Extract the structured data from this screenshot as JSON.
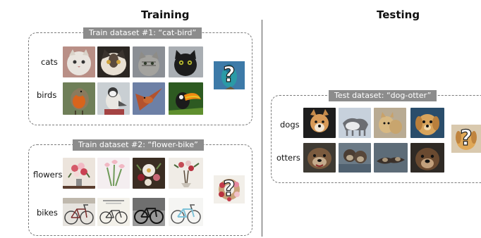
{
  "headers": {
    "training": "Training",
    "testing": "Testing"
  },
  "train1": {
    "title": "Train dataset #1: “cat-bird”",
    "rows": [
      {
        "label": "cats",
        "images": [
          "cat-photo",
          "cat-photo",
          "cat-photo",
          "cat-photo"
        ]
      },
      {
        "label": "birds",
        "images": [
          "bird-photo",
          "bird-photo",
          "bird-photo",
          "bird-photo"
        ]
      }
    ],
    "query_symbol": "?"
  },
  "train2": {
    "title": "Train dataset #2: “flower-bike”",
    "rows": [
      {
        "label": "flowers",
        "images": [
          "flower-photo",
          "flower-photo",
          "flower-photo",
          "flower-photo"
        ]
      },
      {
        "label": "bikes",
        "images": [
          "bike-photo",
          "bike-photo",
          "bike-photo",
          "bike-photo"
        ]
      }
    ],
    "query_symbol": "?"
  },
  "test": {
    "title": "Test dataset: “dog-otter”",
    "rows": [
      {
        "label": "dogs",
        "images": [
          "dog-photo",
          "dog-photo",
          "dog-photo",
          "dog-photo"
        ]
      },
      {
        "label": "otters",
        "images": [
          "otter-photo",
          "otter-photo",
          "otter-photo",
          "otter-photo"
        ]
      }
    ],
    "query_symbol": "?"
  }
}
